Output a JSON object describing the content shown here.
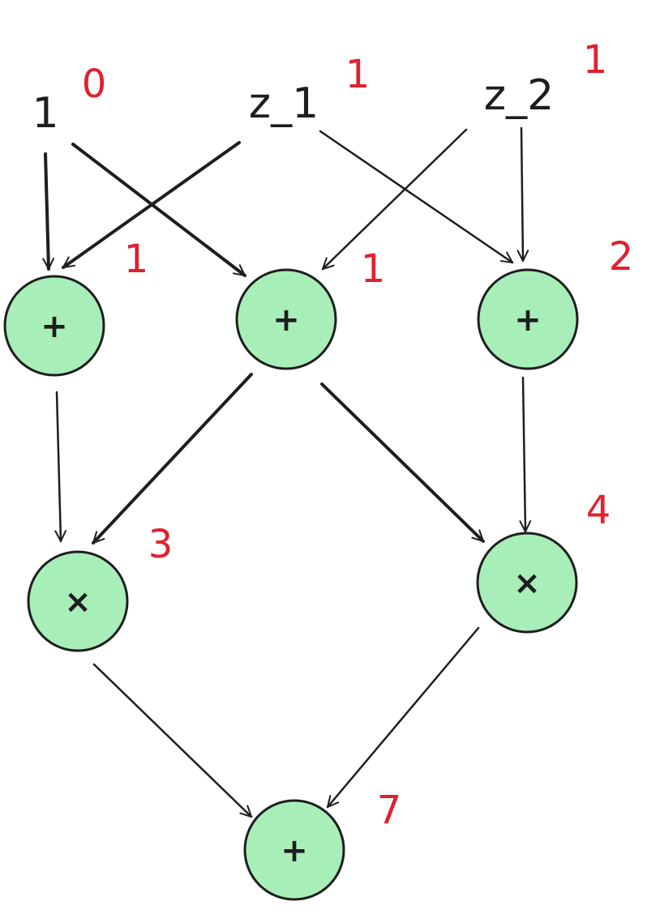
{
  "inputs": [
    {
      "id": "in-one",
      "label": "1",
      "value": "0"
    },
    {
      "id": "in-z1",
      "label": "z_1",
      "value": "1"
    },
    {
      "id": "in-z2",
      "label": "z_2",
      "value": "1"
    }
  ],
  "nodes": [
    {
      "id": "add-a",
      "op": "+",
      "value": "1"
    },
    {
      "id": "add-b",
      "op": "+",
      "value": "1"
    },
    {
      "id": "add-c",
      "op": "+",
      "value": "2"
    },
    {
      "id": "mul-a",
      "op": "×",
      "value": "3"
    },
    {
      "id": "mul-b",
      "op": "×",
      "value": "4"
    },
    {
      "id": "add-out",
      "op": "+",
      "value": "7"
    }
  ],
  "colors": {
    "node_fill": "#a8eeb8",
    "stroke": "#1e1e1e",
    "value_red": "#e0202f"
  }
}
